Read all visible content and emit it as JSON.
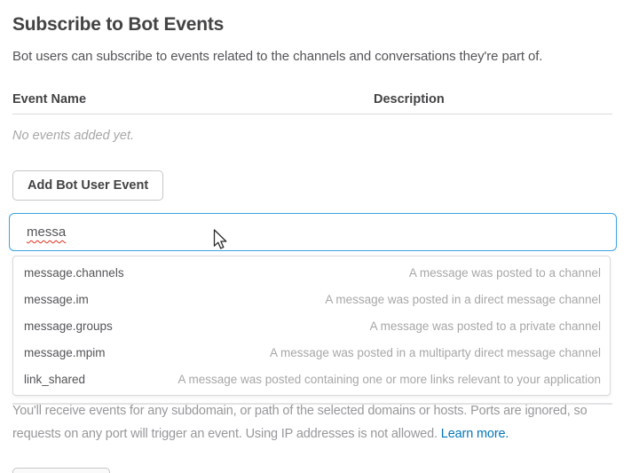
{
  "page": {
    "title": "Subscribe to Bot Events",
    "subtitle": "Bot users can subscribe to events related to the channels and conversations they're part of."
  },
  "events_table": {
    "col_event_name": "Event Name",
    "col_description": "Description",
    "empty_text": "No events added yet."
  },
  "buttons": {
    "add_bot_event": "Add Bot User Event"
  },
  "search": {
    "value": "messa"
  },
  "dropdown": {
    "items": [
      {
        "name": "message.channels",
        "description": "A message was posted to a channel"
      },
      {
        "name": "message.im",
        "description": "A message was posted in a direct message channel"
      },
      {
        "name": "message.groups",
        "description": "A message was posted to a private channel"
      },
      {
        "name": "message.mpim",
        "description": "A message was posted in a multiparty direct message channel"
      },
      {
        "name": "link_shared",
        "description": "A message was posted containing one or more links relevant to your application"
      }
    ]
  },
  "footer": {
    "note": "You'll receive events for any subdomain, or path of the selected domains or hosts. Ports are ignored, so requests on any port will trigger an event. Using IP addresses is not allowed.",
    "learn_more": "Learn more."
  },
  "colors": {
    "accent_blue": "#3aa3e3",
    "link_blue": "#0576b9",
    "squiggle_red": "#e0301e"
  }
}
